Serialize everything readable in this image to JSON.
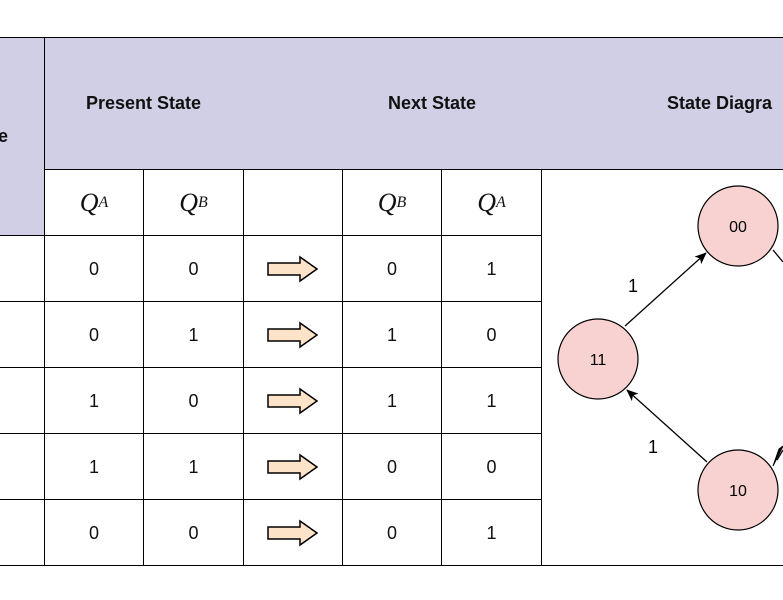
{
  "header": {
    "col0_fragment": "e",
    "present_state": "Present State",
    "next_state": "Next State",
    "state_diagram_fragment": "State Diagra"
  },
  "subheader": {
    "present": [
      {
        "var": "Q",
        "sub": "A"
      },
      {
        "var": "Q",
        "sub": "B"
      }
    ],
    "next": [
      {
        "var": "Q",
        "sub": "B"
      },
      {
        "var": "Q",
        "sub": "A"
      }
    ]
  },
  "rows": [
    {
      "present_qa": "0",
      "present_qb": "0",
      "next_qb": "0",
      "next_qa": "1"
    },
    {
      "present_qa": "0",
      "present_qb": "1",
      "next_qb": "1",
      "next_qa": "0"
    },
    {
      "present_qa": "1",
      "present_qb": "0",
      "next_qb": "1",
      "next_qa": "1"
    },
    {
      "present_qa": "1",
      "present_qb": "1",
      "next_qb": "0",
      "next_qa": "0"
    },
    {
      "present_qa": "0",
      "present_qb": "0",
      "next_qb": "0",
      "next_qa": "1"
    }
  ],
  "arrow_icon": "right-arrow-icon",
  "colors": {
    "header_bg": "#d0cfe6",
    "arrow_fill": "#fde3c8",
    "node_fill": "#f8d2d0"
  },
  "state_diagram": {
    "nodes": [
      {
        "id": "00",
        "label": "00"
      },
      {
        "id": "11",
        "label": "11"
      },
      {
        "id": "10",
        "label": "10"
      }
    ],
    "edges": [
      {
        "from": "11",
        "to": "00",
        "label": "1"
      },
      {
        "from": "10",
        "to": "11",
        "label": "1"
      }
    ]
  }
}
